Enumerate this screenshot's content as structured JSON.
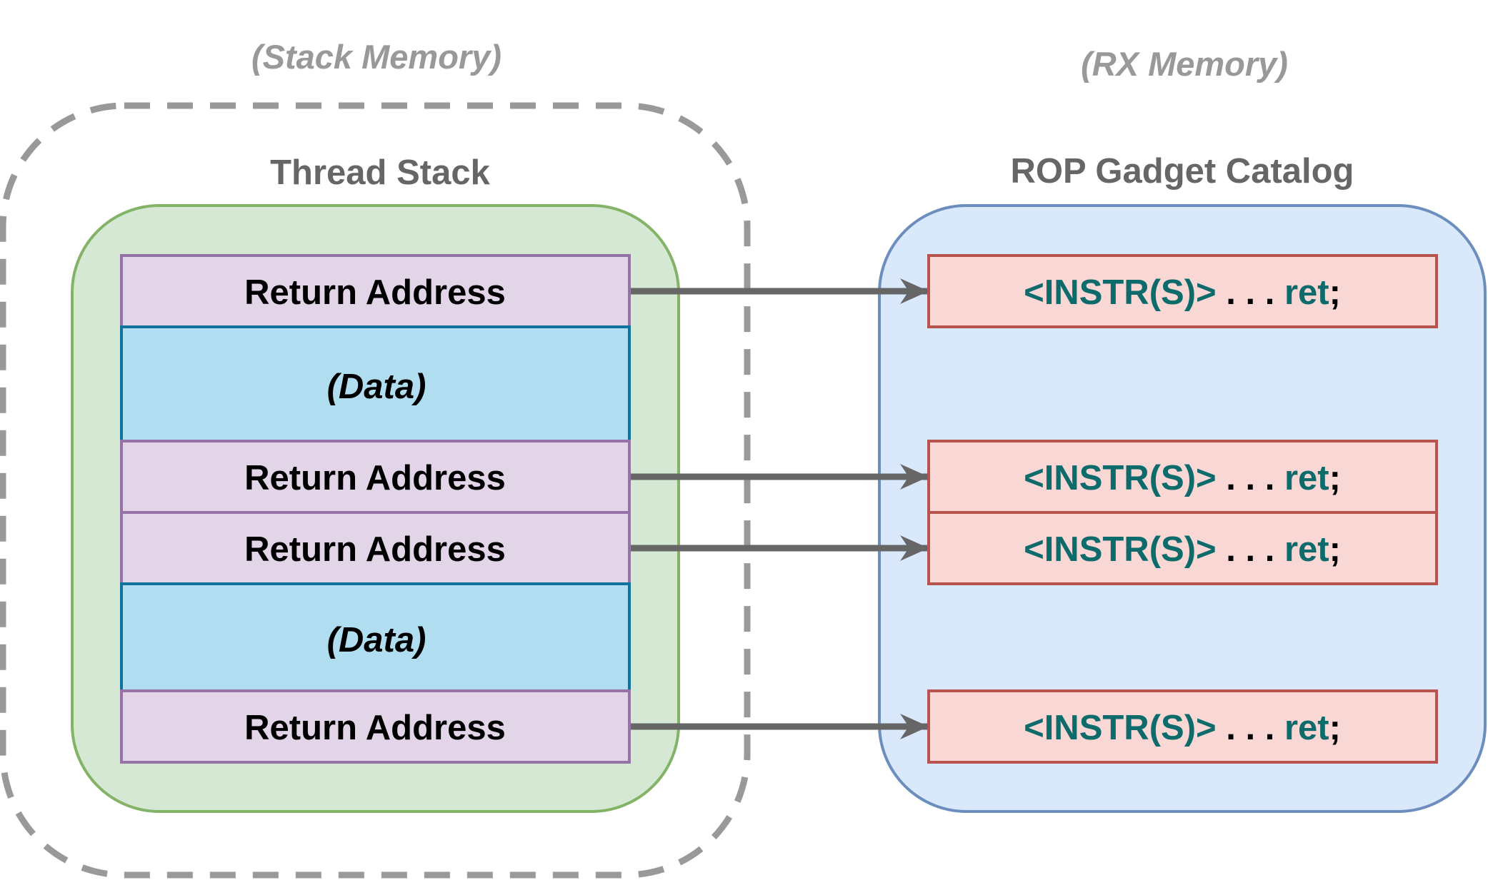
{
  "stack_region": {
    "caption": "(Stack Memory)",
    "title": "Thread Stack",
    "entries": [
      {
        "kind": "return",
        "label": "Return Address"
      },
      {
        "kind": "data",
        "label": "(Data)"
      },
      {
        "kind": "return",
        "label": "Return Address"
      },
      {
        "kind": "return",
        "label": "Return Address"
      },
      {
        "kind": "data",
        "label": "(Data)"
      },
      {
        "kind": "return",
        "label": "Return Address"
      }
    ]
  },
  "catalog_region": {
    "caption": "(RX Memory)",
    "title": "ROP Gadget Catalog",
    "gadgets": [
      {
        "instr": "<INSTR(S)>",
        "dots": " . . . ",
        "ret": "ret",
        "semi": ";"
      },
      {
        "instr": "<INSTR(S)>",
        "dots": " . . . ",
        "ret": "ret",
        "semi": ";"
      },
      {
        "instr": "<INSTR(S)>",
        "dots": " . . . ",
        "ret": "ret",
        "semi": ";"
      },
      {
        "instr": "<INSTR(S)>",
        "dots": " . . . ",
        "ret": "ret",
        "semi": ";"
      }
    ]
  },
  "colors": {
    "caption_gray": "#999999",
    "title_gray": "#666666",
    "dashed_border": "#999999",
    "stack_fill": "#d5e8d4",
    "stack_stroke": "#82b366",
    "return_fill": "#e1d5e7",
    "return_stroke": "#9673a6",
    "data_fill": "#b1ddf0",
    "data_stroke": "#10739e",
    "catalog_fill": "#dae8fc",
    "catalog_stroke": "#6c8ebf",
    "gadget_fill": "#f8d7d5",
    "gadget_stroke": "#b85450",
    "gadget_text": "#0d6b6b",
    "arrow": "#666666"
  }
}
